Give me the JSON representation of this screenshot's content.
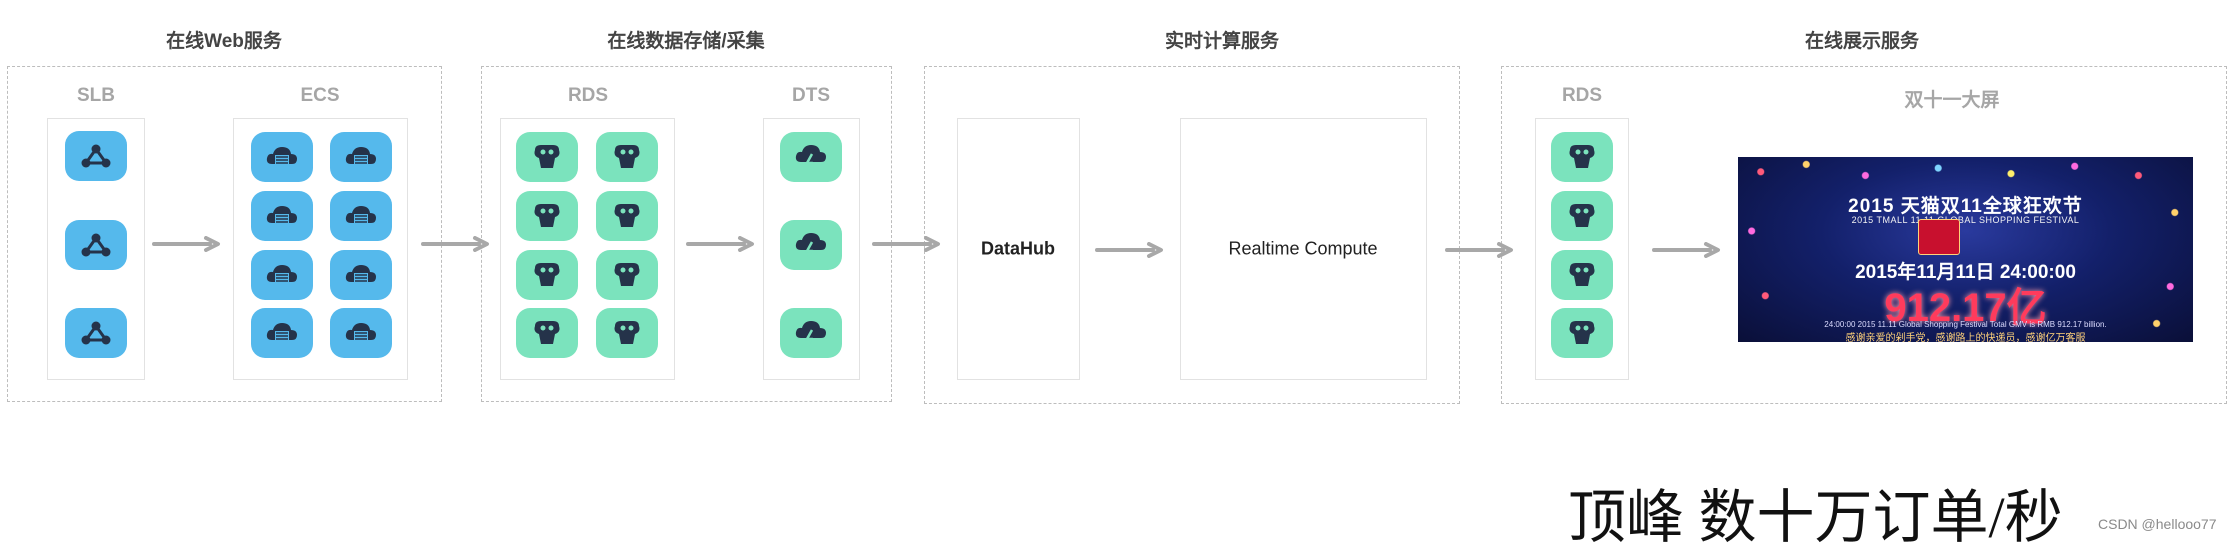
{
  "sections": [
    {
      "title": "在线Web服务"
    },
    {
      "title": "在线数据存储/采集"
    },
    {
      "title": "实时计算服务"
    },
    {
      "title": "在线展示服务"
    }
  ],
  "columns": {
    "slb": "SLB",
    "ecs": "ECS",
    "rds1": "RDS",
    "dts": "DTS",
    "rds2": "RDS",
    "screen": "双十一大屏"
  },
  "processing": {
    "datahub": "DataHub",
    "realtime": "Realtime Compute"
  },
  "icons": {
    "slb": "load-balancer-icon",
    "ecs": "cloud-server-icon",
    "rds": "database-icon",
    "dts": "cloud-transfer-icon"
  },
  "colors": {
    "blue_icon": "#55b9ec",
    "green_icon": "#7be3bd",
    "arrow": "#a8a8a8"
  },
  "screen": {
    "title": "2015 天猫双11全球狂欢节",
    "subtitle": "2015 TMALL 11.11 GLOBAL SHOPPING FESTIVAL",
    "date": "2015年11月11日 24:00:00",
    "amount": "912.17亿",
    "line1": "24:00:00 2015 11.11 Global Shopping Festival Total GMV is RMB 912.17 billion.",
    "line2": "感谢亲爱的剁手党，感谢路上的快递员，感谢亿万客服"
  },
  "caption": "顶峰 数十万订单/秒",
  "watermark": "CSDN @hellooo77"
}
